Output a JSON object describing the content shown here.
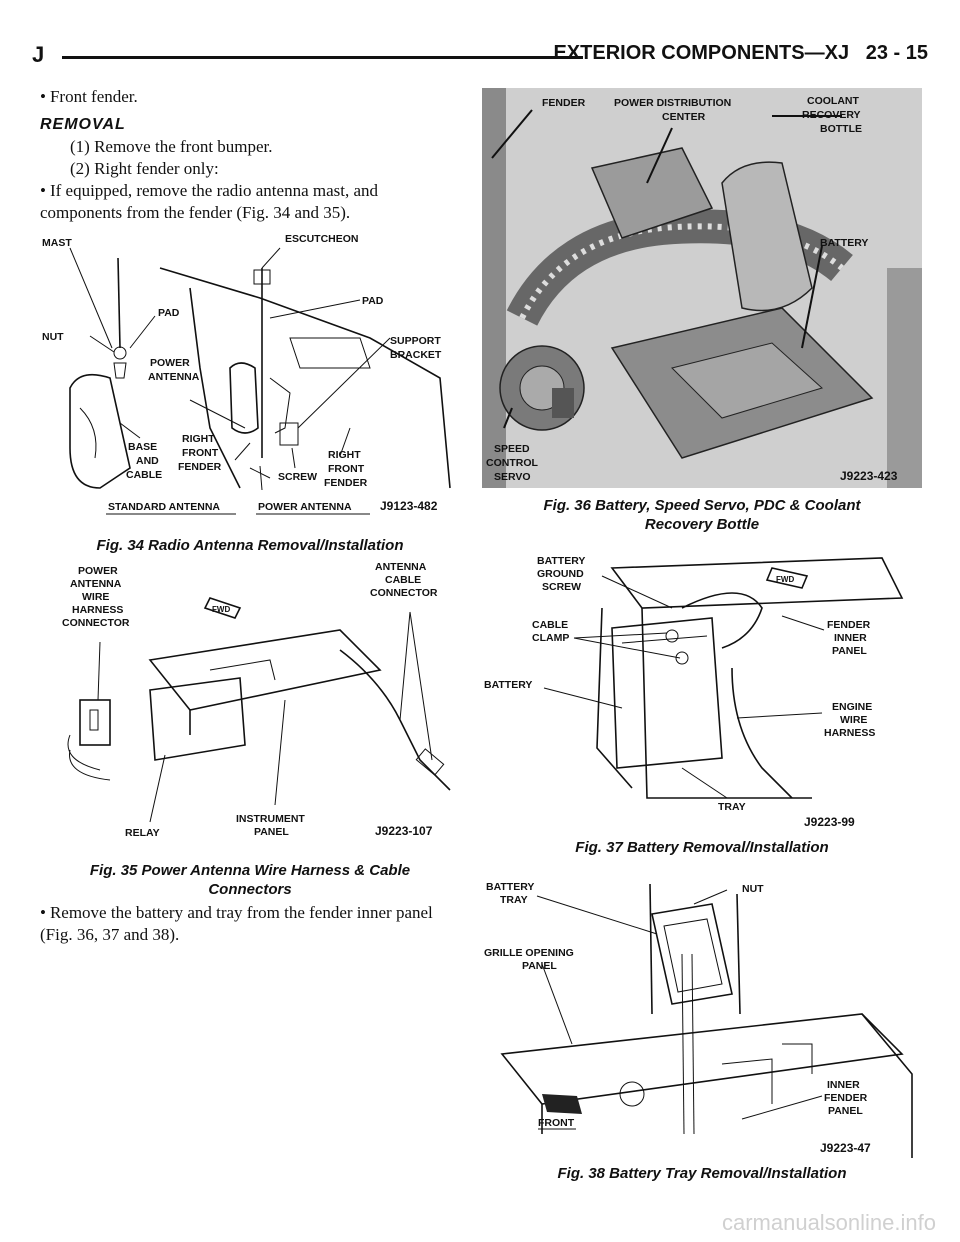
{
  "header": {
    "letter": "J",
    "title": "EXTERIOR COMPONENTS—XJ   23 - 15"
  },
  "left": {
    "bullet1": "Front fender.",
    "heading": "REMOVAL",
    "step1": "(1) Remove the front bumper.",
    "step2": "(2) Right fender only:",
    "bullet2": "If equipped, remove the radio antenna mast, and components from the fender (Fig. 34 and 35).",
    "bullet3": "Remove the battery and tray from the fender inner panel (Fig. 36, 37 and 38)."
  },
  "fig34": {
    "caption": "Fig. 34 Radio Antenna Removal/Installation",
    "labels": {
      "mast": "MAST",
      "escutcheon": "ESCUTCHEON",
      "pad1": "PAD",
      "pad2": "PAD",
      "nut": "NUT",
      "support1": "SUPPORT",
      "support2": "BRACKET",
      "power1": "POWER",
      "power2": "ANTENNA",
      "base1": "BASE",
      "base2": "AND",
      "base3": "CABLE",
      "rf1": "RIGHT",
      "rf2": "FRONT",
      "rf3": "FENDER",
      "screw": "SCREW",
      "rf2_1": "RIGHT",
      "rf2_2": "FRONT",
      "rf2_3": "FENDER",
      "std": "STANDARD ANTENNA",
      "pwr": "POWER ANTENNA",
      "id": "J9123-482"
    }
  },
  "fig35": {
    "caption_l1": "Fig. 35 Power Antenna Wire Harness & Cable",
    "caption_l2": "Connectors",
    "labels": {
      "p1": "POWER",
      "p2": "ANTENNA",
      "p3": "WIRE",
      "p4": "HARNESS",
      "p5": "CONNECTOR",
      "a1": "ANTENNA",
      "a2": "CABLE",
      "a3": "CONNECTOR",
      "fwd": "FWD",
      "relay": "RELAY",
      "i1": "INSTRUMENT",
      "i2": "PANEL",
      "id": "J9223-107"
    }
  },
  "fig36": {
    "caption_l1": "Fig. 36 Battery, Speed Servo, PDC & Coolant",
    "caption_l2": "Recovery Bottle",
    "labels": {
      "fender": "FENDER",
      "pdc1": "POWER DISTRIBUTION",
      "pdc2": "CENTER",
      "c1": "COOLANT",
      "c2": "RECOVERY",
      "c3": "BOTTLE",
      "battery": "BATTERY",
      "s1": "SPEED",
      "s2": "CONTROL",
      "s3": "SERVO",
      "id": "J9223-423"
    }
  },
  "fig37": {
    "caption": "Fig. 37 Battery Removal/Installation",
    "labels": {
      "g1": "BATTERY",
      "g2": "GROUND",
      "g3": "SCREW",
      "cc1": "CABLE",
      "cc2": "CLAMP",
      "battery": "BATTERY",
      "fi1": "FENDER",
      "fi2": "INNER",
      "fi3": "PANEL",
      "ew1": "ENGINE",
      "ew2": "WIRE",
      "ew3": "HARNESS",
      "tray": "TRAY",
      "fwd": "FWD",
      "id": "J9223-99"
    }
  },
  "fig38": {
    "caption": "Fig. 38 Battery Tray Removal/Installation",
    "labels": {
      "bt1": "BATTERY",
      "bt2": "TRAY",
      "nut": "NUT",
      "go1": "GRILLE OPENING",
      "go2": "PANEL",
      "front": "FRONT",
      "if1": "INNER",
      "if2": "FENDER",
      "if3": "PANEL",
      "id": "J9223-47"
    }
  },
  "footer": {
    "watermark": "carmanualsonline.info"
  }
}
